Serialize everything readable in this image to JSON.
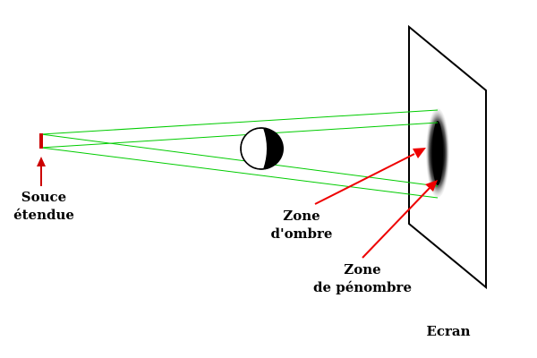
{
  "labels": {
    "source": [
      "Souce",
      "étendue"
    ],
    "ombre": [
      "Zone",
      "d'ombre"
    ],
    "penombre": [
      "Zone",
      "de pénombre"
    ],
    "ecran": "Ecran"
  },
  "colors": {
    "source": "#cc0000",
    "rays": "#00cc00",
    "arrows": "#ee0000",
    "outline": "#000000",
    "object_dark": "#000000",
    "object_light": "#ffffff"
  }
}
